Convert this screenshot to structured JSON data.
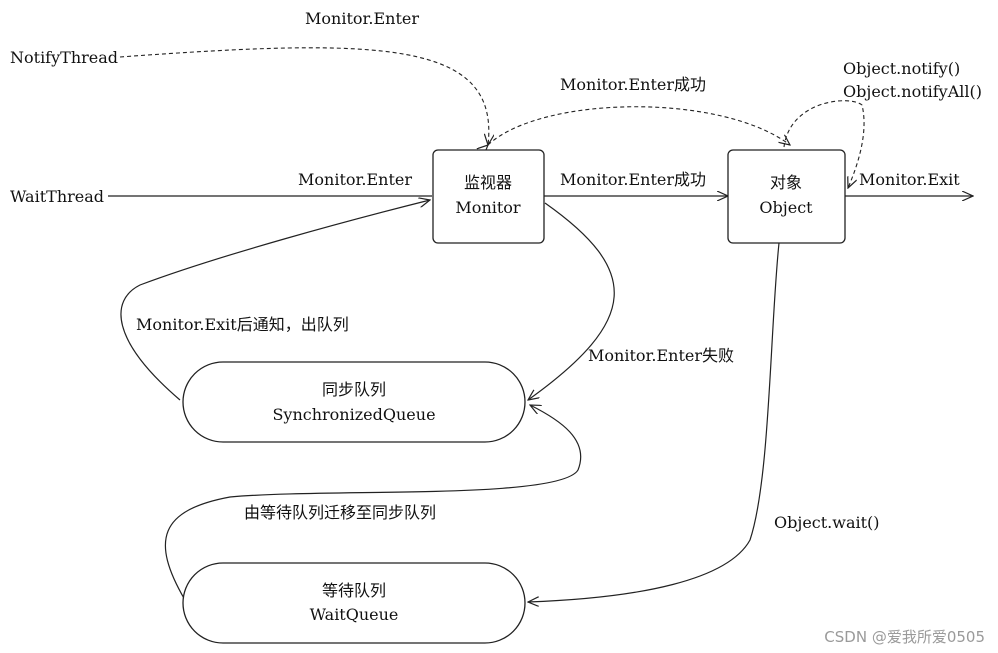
{
  "nodes": {
    "monitor": {
      "line1": "监视器",
      "line2": "Monitor"
    },
    "object": {
      "line1": "对象",
      "line2": "Object"
    },
    "sync_queue": {
      "line1": "同步队列",
      "line2": "SynchronizedQueue"
    },
    "wait_queue": {
      "line1": "等待队列",
      "line2": "WaitQueue"
    }
  },
  "labels": {
    "notify_thread": "NotifyThread",
    "wait_thread": "WaitThread",
    "monitor_enter_top": "Monitor.Enter",
    "monitor_enter_left": "Monitor.Enter",
    "enter_success_top": "Monitor.Enter成功",
    "enter_success_mid": "Monitor.Enter成功",
    "object_notify": "Object.notify()",
    "object_notify_all": "Object.notifyAll()",
    "monitor_exit": "Monitor.Exit",
    "exit_notify": "Monitor.Exit后通知，出队列",
    "enter_fail": "Monitor.Enter失败",
    "wait_to_sync": "由等待队列迁移至同步队列",
    "object_wait": "Object.wait()"
  },
  "watermark": "CSDN @爱我所爱0505"
}
